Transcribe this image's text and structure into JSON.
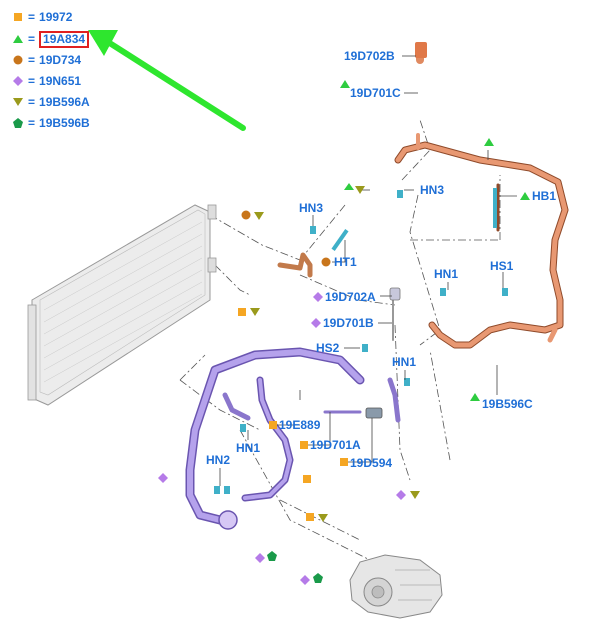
{
  "legend": [
    {
      "symbol": "square",
      "color": "#f5a623",
      "code": "19972"
    },
    {
      "symbol": "triangle",
      "color": "#2ecc40",
      "code": "19A834"
    },
    {
      "symbol": "circle",
      "color": "#c8751b",
      "code": "19D734"
    },
    {
      "symbol": "diamond",
      "color": "#b57be8",
      "code": "19N651"
    },
    {
      "symbol": "triangle-down",
      "color": "#9a9a1c",
      "code": "19B596A"
    },
    {
      "symbol": "pentagon",
      "color": "#1a9a4a",
      "code": "19B596B"
    }
  ],
  "equals": "=",
  "highlighted_code_index": 1,
  "colors": {
    "label": "#1f6fd6",
    "highlight_box": "#e02020",
    "arrow": "#2ee62e",
    "copper_tube": "#e08a60",
    "purple_tube": "#a08ad8",
    "leader": "#444444"
  },
  "labels": {
    "p19D702B": "19D702B",
    "p19D701C": "19D701C",
    "hn3_top": "HN3",
    "hb1": "HB1",
    "hn3_left": "HN3",
    "ht1": "HT1",
    "hn1_right": "HN1",
    "hs1": "HS1",
    "p19D702A": "19D702A",
    "p19D701B": "19D701B",
    "hs2": "HS2",
    "hn1_mid": "HN1",
    "p19E889": "19E889",
    "p19D701A": "19D701A",
    "p19D594": "19D594",
    "hn1_low": "HN1",
    "hn2": "HN2",
    "p19B596C": "19B596C"
  }
}
